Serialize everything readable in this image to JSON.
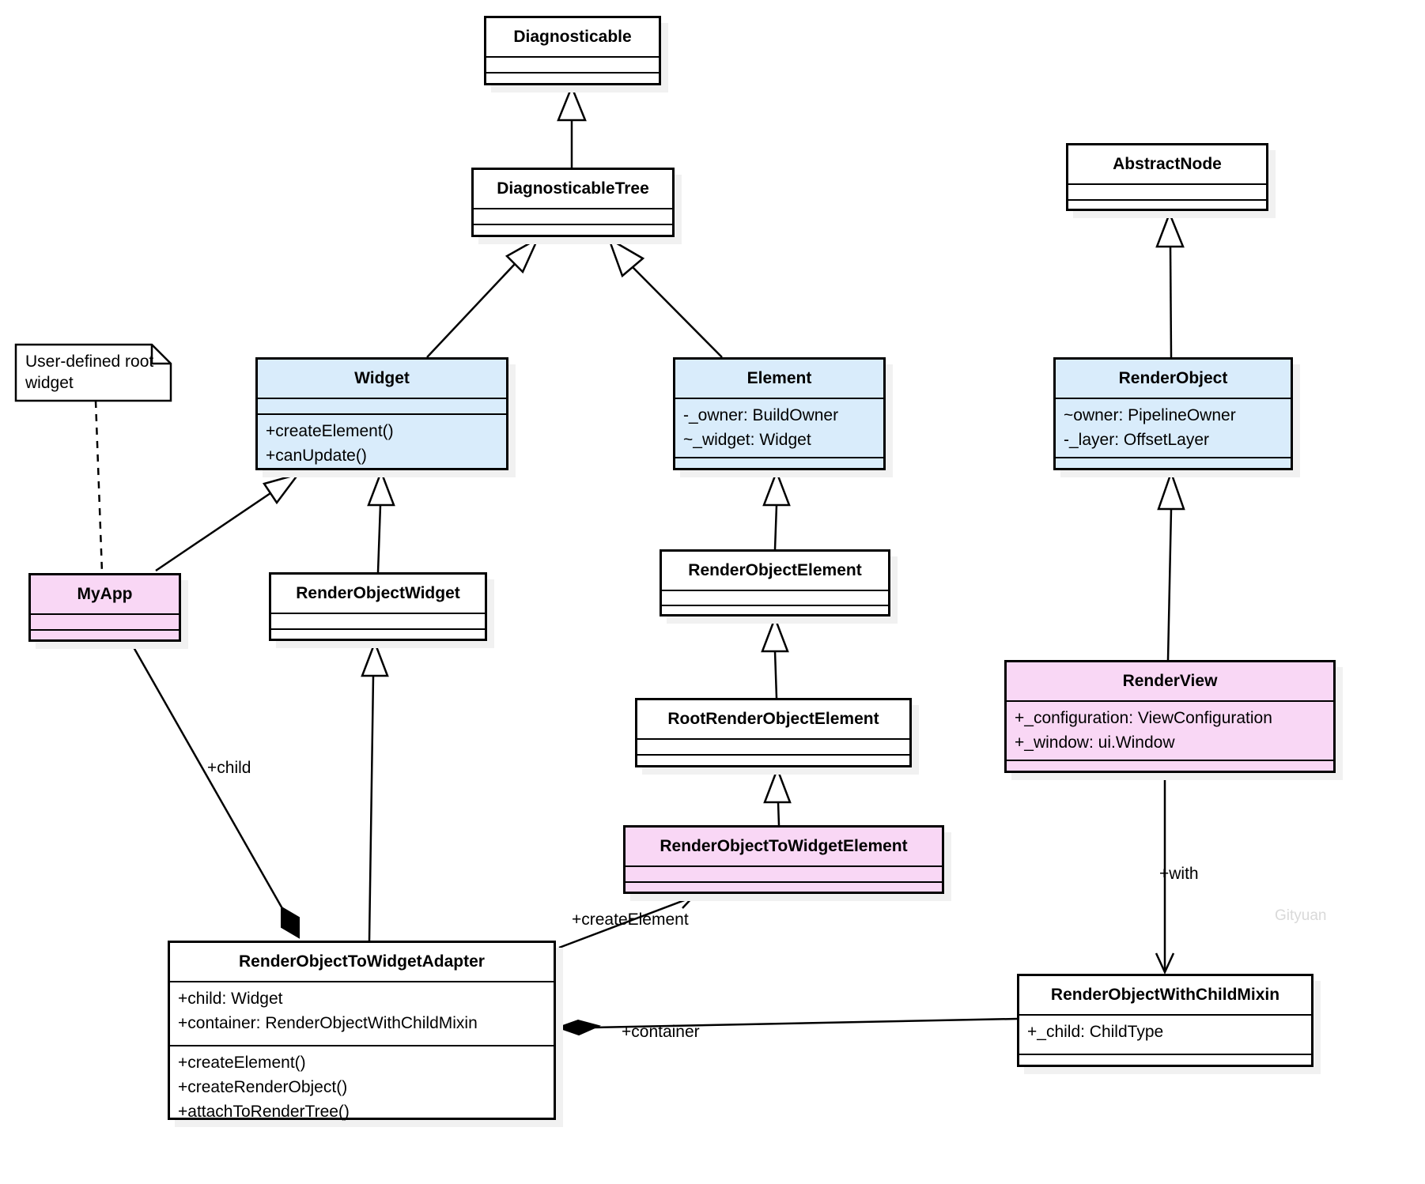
{
  "diagram": {
    "note_text": "User-defined root widget",
    "watermark": "Gityuan",
    "colors": {
      "class_blue": "#d9ecfb",
      "class_pink": "#f9d7f5",
      "class_white": "#ffffff",
      "border": "#000000",
      "shadow": "#f1f1f1",
      "watermark": "#d9d9d9"
    },
    "classes": {
      "diagnosticable": {
        "name": "Diagnosticable",
        "attributes": [],
        "methods": []
      },
      "diagnosticableTree": {
        "name": "DiagnosticableTree",
        "attributes": [],
        "methods": []
      },
      "abstractNode": {
        "name": "AbstractNode",
        "attributes": [],
        "methods": []
      },
      "widget": {
        "name": "Widget",
        "attributes": [],
        "methods": [
          "+createElement()",
          "+canUpdate()"
        ]
      },
      "element": {
        "name": "Element",
        "attributes": [
          "-_owner: BuildOwner",
          "~_widget: Widget"
        ],
        "methods": []
      },
      "renderObject": {
        "name": "RenderObject",
        "attributes": [
          "~owner: PipelineOwner",
          "-_layer: OffsetLayer"
        ],
        "methods": []
      },
      "myApp": {
        "name": "MyApp",
        "attributes": [],
        "methods": []
      },
      "renderObjectWidget": {
        "name": "RenderObjectWidget",
        "attributes": [],
        "methods": []
      },
      "renderObjectElement": {
        "name": "RenderObjectElement",
        "attributes": [],
        "methods": []
      },
      "rootRenderObjectElement": {
        "name": "RootRenderObjectElement",
        "attributes": [],
        "methods": []
      },
      "renderView": {
        "name": "RenderView",
        "attributes": [
          "+_configuration: ViewConfiguration",
          "+_window: ui.Window"
        ],
        "methods": []
      },
      "renderObjectToWidgetElement": {
        "name": "RenderObjectToWidgetElement",
        "attributes": [],
        "methods": []
      },
      "renderObjectToWidgetAdapter": {
        "name": "RenderObjectToWidgetAdapter",
        "attributes": [
          "+child: Widget",
          "+container: RenderObjectWithChildMixin"
        ],
        "methods": [
          "+createElement()",
          "+createRenderObject()",
          "+attachToRenderTree()"
        ]
      },
      "renderObjectWithChildMixin": {
        "name": "RenderObjectWithChildMixin",
        "attributes": [
          "+_child: ChildType"
        ],
        "methods": []
      }
    },
    "edge_labels": {
      "child": "+child",
      "create_element": "+createElement",
      "container": "+container",
      "with_mixin": "+with"
    },
    "relationships": [
      {
        "from": "DiagnosticableTree",
        "to": "Diagnosticable",
        "type": "inheritance"
      },
      {
        "from": "Widget",
        "to": "DiagnosticableTree",
        "type": "inheritance"
      },
      {
        "from": "Element",
        "to": "DiagnosticableTree",
        "type": "inheritance"
      },
      {
        "from": "RenderObject",
        "to": "AbstractNode",
        "type": "inheritance"
      },
      {
        "from": "MyApp",
        "to": "Widget",
        "type": "inheritance"
      },
      {
        "from": "RenderObjectWidget",
        "to": "Widget",
        "type": "inheritance"
      },
      {
        "from": "RenderObjectElement",
        "to": "Element",
        "type": "inheritance"
      },
      {
        "from": "RootRenderObjectElement",
        "to": "RenderObjectElement",
        "type": "inheritance"
      },
      {
        "from": "RenderObjectToWidgetElement",
        "to": "RootRenderObjectElement",
        "type": "inheritance"
      },
      {
        "from": "RenderObjectToWidgetAdapter",
        "to": "RenderObjectWidget",
        "type": "inheritance"
      },
      {
        "from": "RenderView",
        "to": "RenderObject",
        "type": "inheritance"
      },
      {
        "from": "RenderObjectToWidgetAdapter",
        "to": "MyApp",
        "type": "composition",
        "label": "+child"
      },
      {
        "from": "RenderObjectToWidgetAdapter",
        "to": "RenderObjectToWidgetElement",
        "type": "association",
        "label": "+createElement"
      },
      {
        "from": "RenderView",
        "to": "RenderObjectWithChildMixin",
        "type": "association",
        "label": "+with"
      },
      {
        "from": "RenderObjectToWidgetAdapter",
        "to": "RenderObjectWithChildMixin",
        "type": "composition",
        "label": "+container"
      },
      {
        "from": "note",
        "to": "MyApp",
        "type": "note-link"
      }
    ]
  }
}
